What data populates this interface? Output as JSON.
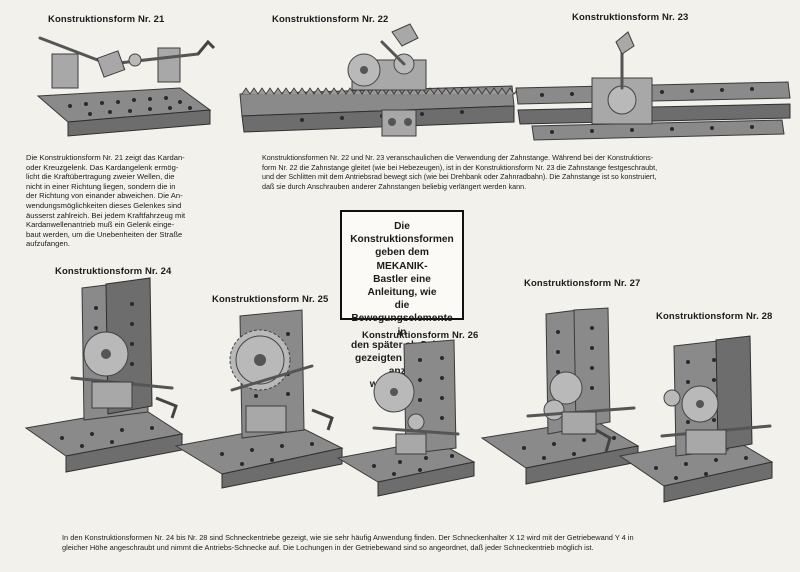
{
  "headings": {
    "nr21": "Konstruktionsform Nr. 21",
    "nr22": "Konstruktionsform Nr. 22",
    "nr23": "Konstruktionsform Nr. 23",
    "nr24": "Konstruktionsform Nr. 24",
    "nr25": "Konstruktionsform Nr. 25",
    "nr26": "Konstruktionsform Nr. 26",
    "nr27": "Konstruktionsform Nr. 27",
    "nr28": "Konstruktionsform Nr. 28"
  },
  "text21": [
    "Die Konstruktionsform Nr. 21 zeigt das Kardan-",
    "oder Kreuzgelenk. Das Kardangelenk ermög-",
    "licht die Kraftübertragung zweier Wellen, die",
    "nicht in einer Richtung liegen, sondern die in",
    "der Richtung von einander abweichen. Die An-",
    "wendungsmöglichkeiten dieses Gelenkes sind",
    "äusserst zahlreich. Bei jedem Kraftfahrzeug mit",
    "Kardanwellenantrieb muß ein Gelenk einge-",
    "baut werden, um die Unebenheiten der Straße",
    "aufzufangen."
  ],
  "text22_23": [
    "Konstruktionsformen Nr. 22 und Nr. 23 veranschaulichen die Verwendung der Zahnstange. Während bei der Konstruktions-",
    "form Nr. 22 die Zahnstange gleitet (wie bei Hebezeugen), ist in der Konstruktionsform Nr. 23 die Zahnstange festgeschraubt,",
    "und der Schlitten mit dem Antriebsrad bewegt sich (wie bei Drehbank oder Zahnradbahn). Die Zahnstange ist so konstruiert,",
    "daß sie durch Anschrauben anderer Zahnstangen beliebig verlängert werden kann."
  ],
  "boxed": [
    "Die Konstruktionsformen",
    "geben dem MEKANIK-",
    "Bastler eine Anleitung, wie",
    "die Bewegungselemente in",
    "den später ab Seite 8",
    "gezeigten Modellen anzu-",
    "wenden sind."
  ],
  "bottom": [
    "In den Konstruktionsformen Nr. 24 bis Nr. 28 sind Schneckentriebe gezeigt, wie sie sehr häufig Anwendung finden. Der Schneckenhalter X 12 wird mit der Getriebewand Y 4 in",
    "gleicher Höhe angeschraubt und nimmt die Antriebs-Schnecke auf. Die Lochungen in der Getriebewand sind so angeordnet, daß jeder Schneckentrieb möglich ist."
  ]
}
